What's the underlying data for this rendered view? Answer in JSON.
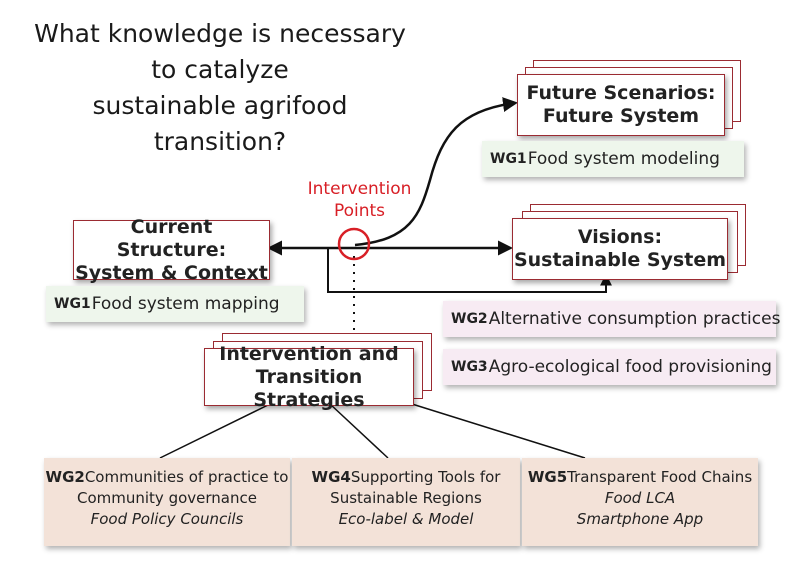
{
  "question": {
    "line1": "What knowledge is necessary",
    "line2": "to catalyze",
    "line3": "sustainable agrifood",
    "line4": "transition?"
  },
  "future": {
    "line1": "Future Scenarios:",
    "line2": "Future System"
  },
  "visions": {
    "line1": "Visions:",
    "line2": "Sustainable System"
  },
  "current": {
    "line1": "Current Structure:",
    "line2": "System & Context"
  },
  "intervention_box": {
    "line1": "Intervention and",
    "line2": "Transition Strategies"
  },
  "intervention_points": {
    "line1": "Intervention",
    "line2": "Points"
  },
  "wg_labels": [
    {
      "code": "WG1",
      "text": "Food system modeling"
    },
    {
      "code": "WG1",
      "text": "Food system mapping"
    },
    {
      "code": "WG2",
      "text": "Alternative consumption practices"
    },
    {
      "code": "WG3",
      "text": "Agro-ecological food provisioning"
    }
  ],
  "bottom_boxes": [
    {
      "code": "WG2",
      "title": "Communities of practice to",
      "line2": "Community governance",
      "italic": "Food Policy Councils"
    },
    {
      "code": "WG4",
      "title": "Supporting Tools for",
      "line2": "Sustainable Regions",
      "italic": "Eco-label & Model"
    },
    {
      "code": "WG5",
      "title": "Transparent Food Chains",
      "line2": "Food LCA",
      "italic": "Smartphone App"
    }
  ],
  "colors": {
    "box_border": "#9b2b32",
    "intervention_red": "#d81f26",
    "green_fill": "#eef6ec",
    "pink_fill": "#f7ebf3",
    "bottom_fill": "#f3e2d8"
  }
}
